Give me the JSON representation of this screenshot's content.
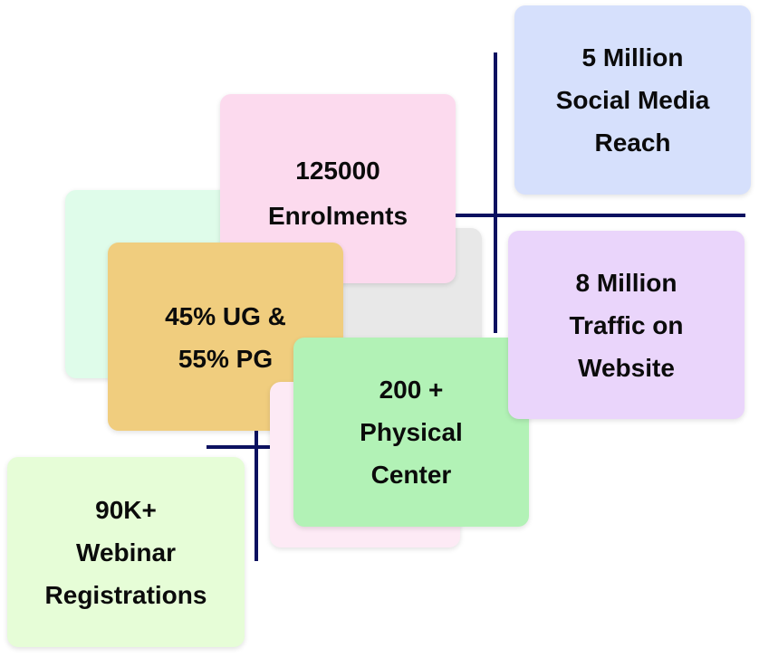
{
  "colors": {
    "line": "#0c1160",
    "mint": "#dffcea",
    "pink": "#fcdaee",
    "grey": "#e8e8e8",
    "orange": "#f0cd7e",
    "lightpink": "#fdeaf5",
    "green": "#b2f2b6",
    "lightgreen": "#e6fdd7",
    "blue": "#d6e0fc",
    "purple": "#ead5fb"
  },
  "stats": {
    "enrolments": [
      "125000",
      "Enrolments"
    ],
    "ug_pg": [
      "45% UG &",
      "55% PG"
    ],
    "physical": [
      "200 +",
      "Physical",
      "Center"
    ],
    "webinar": [
      "90K+",
      "Webinar",
      "Registrations"
    ],
    "social": [
      "5 Million",
      "Social Media",
      "Reach"
    ],
    "traffic": [
      "8 Million",
      "Traffic on",
      "Website"
    ]
  }
}
